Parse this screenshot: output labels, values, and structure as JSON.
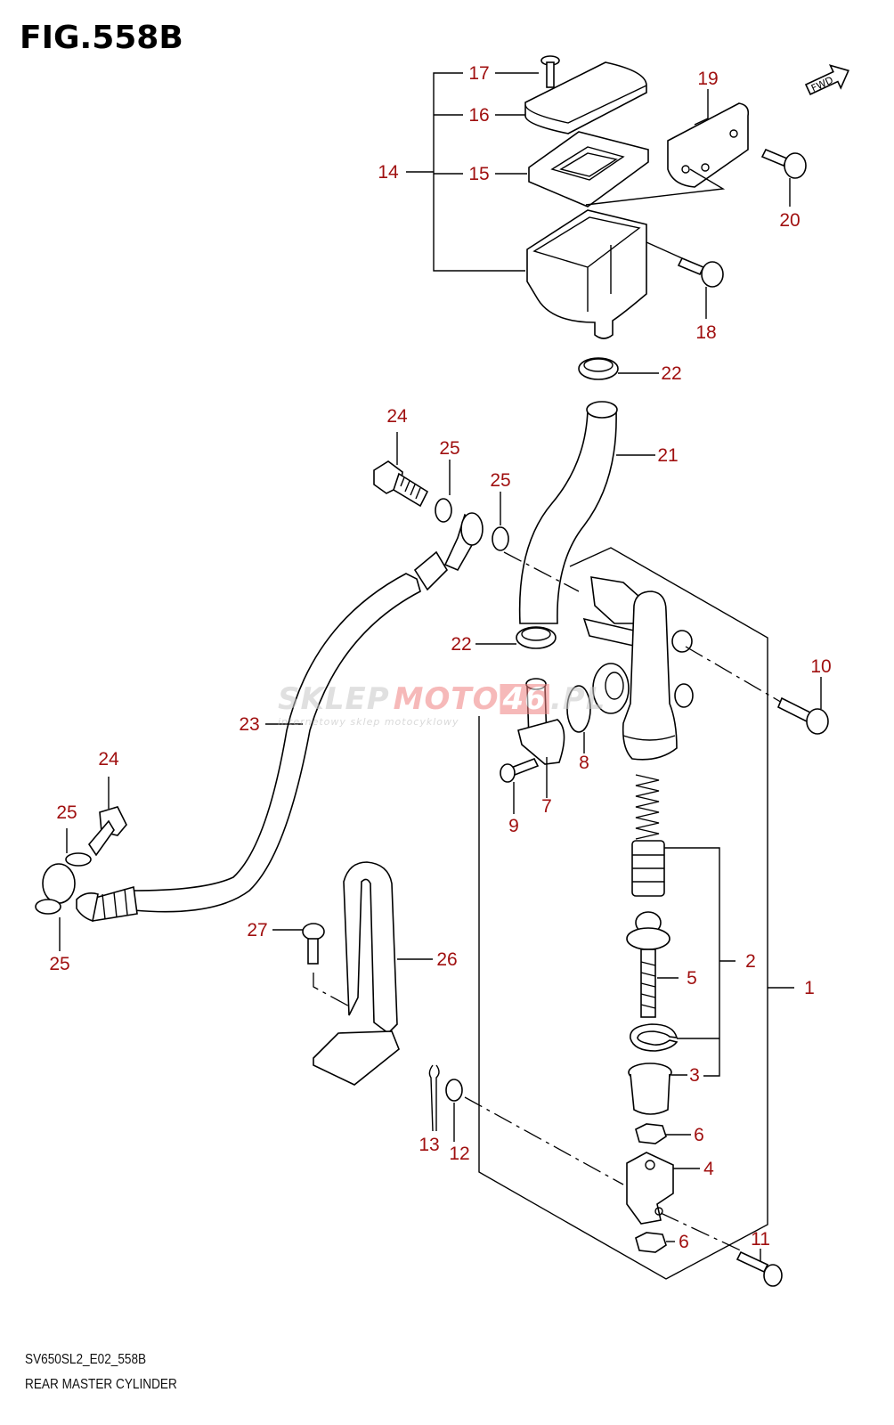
{
  "figure": {
    "title": "FIG.558B",
    "code": "SV650SL2_E02_558B",
    "caption": "REAR MASTER CYLINDER",
    "direction_badge": "FWD"
  },
  "watermark": {
    "text_a": "SKLEP",
    "text_b": "MOTO",
    "text_c": "46",
    "text_d": ".PL",
    "tagline": "internetowy sklep motocyklowy"
  },
  "callouts": [
    "17",
    "16",
    "15",
    "14",
    "19",
    "20",
    "18",
    "22",
    "21",
    "24",
    "25",
    "25",
    "10",
    "22",
    "23",
    "8",
    "7",
    "9",
    "24",
    "25",
    "25",
    "2",
    "1",
    "5",
    "27",
    "26",
    "3",
    "6",
    "4",
    "13",
    "12",
    "6",
    "11"
  ],
  "colors": {
    "callout": "#a01010",
    "line": "#000000",
    "watermark_gray": "#c8c8c8",
    "watermark_red": "#f08080"
  }
}
